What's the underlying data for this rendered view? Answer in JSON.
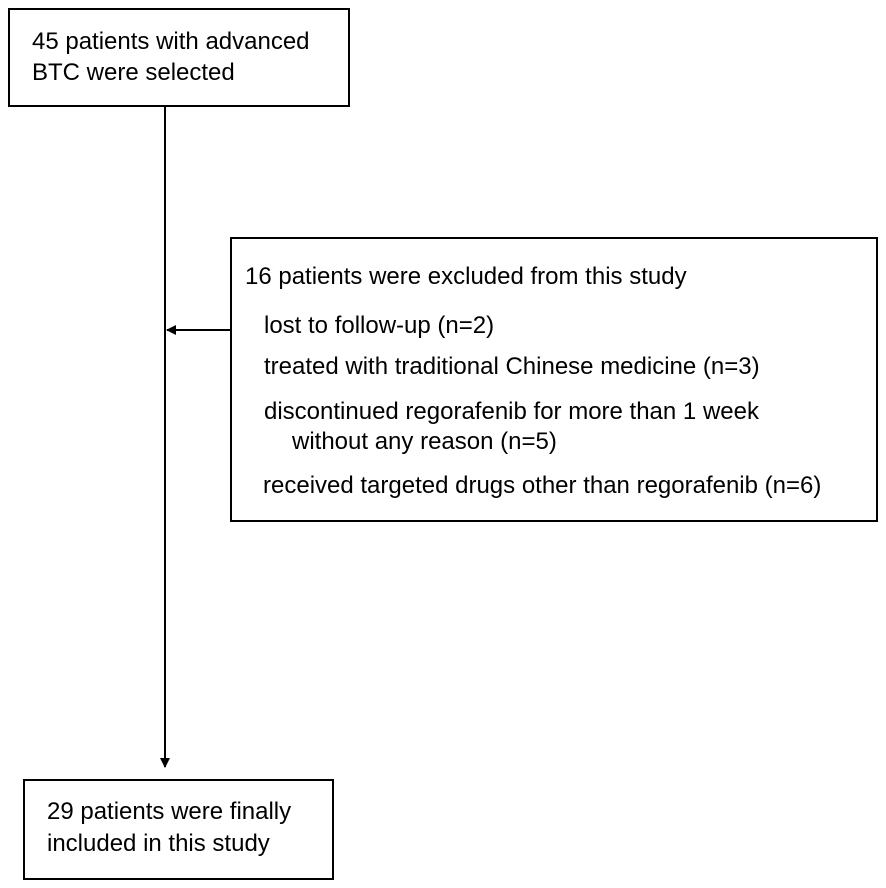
{
  "boxes": {
    "selected": {
      "lines": [
        "45 patients with advanced",
        "BTC were selected"
      ]
    },
    "excluded": {
      "heading": "16 patients were excluded from this study",
      "reasons": [
        "lost to follow-up (n=2)",
        "treated with traditional Chinese medicine (n=3)",
        "discontinued regorafenib for more than 1 week",
        "without any reason (n=5)",
        "received targeted drugs other than regorafenib (n=6)"
      ]
    },
    "included": {
      "lines": [
        "29 patients were finally",
        "included in this study"
      ]
    }
  }
}
